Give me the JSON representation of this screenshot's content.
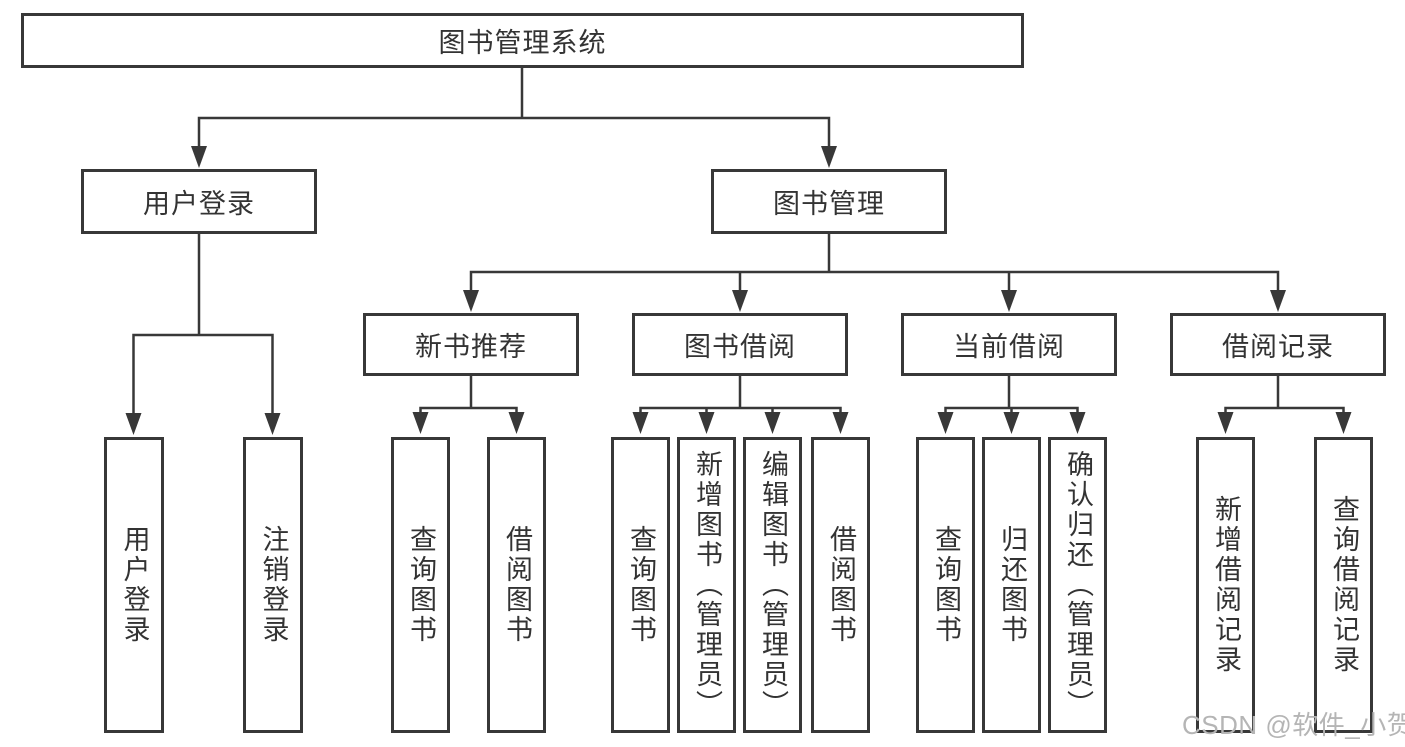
{
  "colors": {
    "line": "#383838",
    "text": "#333333",
    "background": "#ffffff",
    "watermark": "#b5b5b5"
  },
  "tree": {
    "root": {
      "label": "图书管理系统"
    },
    "branches": [
      {
        "label": "用户登录",
        "children": [
          {
            "label": "用户登录"
          },
          {
            "label": "注销登录"
          }
        ]
      },
      {
        "label": "图书管理",
        "children": [
          {
            "label": "新书推荐",
            "children": [
              {
                "label": "查询图书"
              },
              {
                "label": "借阅图书"
              }
            ]
          },
          {
            "label": "图书借阅",
            "children": [
              {
                "label": "查询图书"
              },
              {
                "label": "新增图书（管理员）"
              },
              {
                "label": "编辑图书（管理员）"
              },
              {
                "label": "借阅图书"
              }
            ]
          },
          {
            "label": "当前借阅",
            "children": [
              {
                "label": "查询图书"
              },
              {
                "label": "归还图书"
              },
              {
                "label": "确认归还（管理员）"
              }
            ]
          },
          {
            "label": "借阅记录",
            "children": [
              {
                "label": "新增借阅记录"
              },
              {
                "label": "查询借阅记录"
              }
            ]
          }
        ]
      }
    ]
  },
  "watermark": {
    "text": "CSDN @软件_小贺同学"
  }
}
